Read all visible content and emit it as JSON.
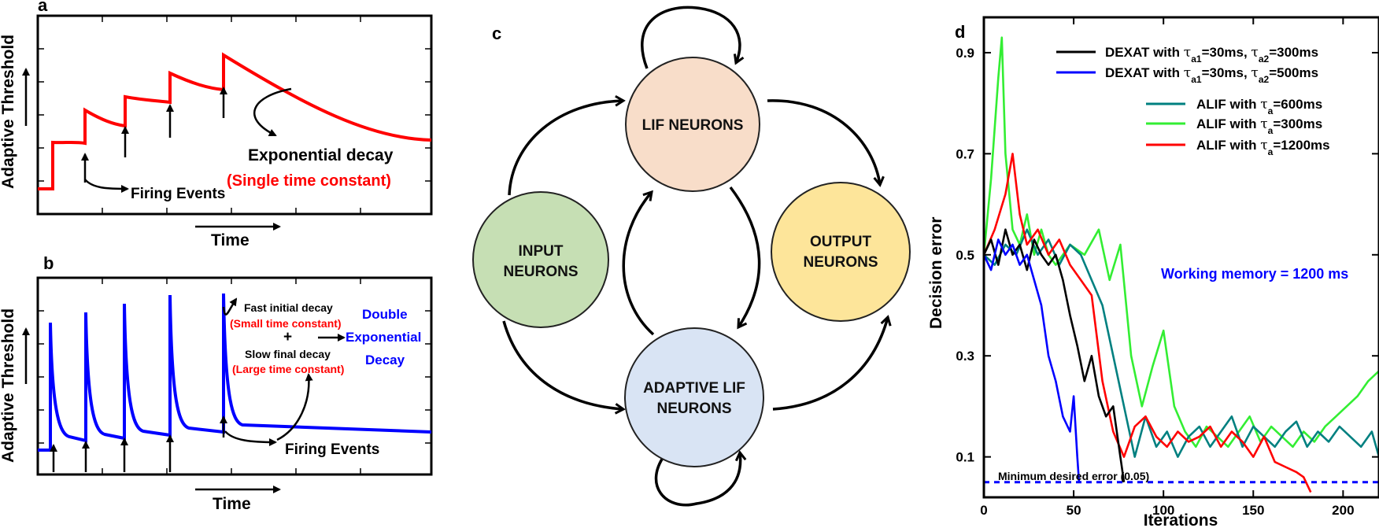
{
  "panels": {
    "a": {
      "label": "a",
      "ylabel": "Adaptive Threshold",
      "xlabel": "Time",
      "annotation_firing": "Firing Events",
      "annotation_decay": "Exponential decay",
      "annotation_constant": "(Single time constant)",
      "line_color": "#ff0000"
    },
    "b": {
      "label": "b",
      "ylabel": "Adaptive Threshold",
      "xlabel": "Time",
      "annotation_fast": "Fast initial decay",
      "annotation_small": "(Small time constant)",
      "annotation_plus": "+",
      "annotation_slow": "Slow final decay",
      "annotation_large": "(Large time constant)",
      "annotation_double": "Double",
      "annotation_exponential": "Exponential",
      "annotation_decay": "Decay",
      "annotation_firing": "Firing Events",
      "line_color": "#0000ff"
    },
    "c": {
      "label": "c",
      "nodes": {
        "lif": {
          "line1": "LIF NEURONS",
          "color": "#f8ddc9"
        },
        "input": {
          "line1": "INPUT",
          "line2": "NEURONS",
          "color": "#c6dfb4"
        },
        "output": {
          "line1": "OUTPUT",
          "line2": "NEURONS",
          "color": "#fde59a"
        },
        "adaptive": {
          "line1": "ADAPTIVE LIF",
          "line2": "NEURONS",
          "color": "#d9e4f4"
        }
      }
    },
    "d": {
      "label": "d",
      "memory_label": "Working memory = 1200 ms",
      "min_error_label": "Minimum desired error (0.05)"
    }
  },
  "chart_data": {
    "type": "line",
    "xlabel": "Iterations",
    "ylabel": "Decision error",
    "xlim": [
      0,
      220
    ],
    "ylim": [
      0.02,
      0.97
    ],
    "xticks": [
      0,
      50,
      100,
      150,
      200
    ],
    "yticks": [
      0.1,
      0.3,
      0.5,
      0.7,
      0.9
    ],
    "xtick_labels": [
      "0",
      "50",
      "100",
      "150",
      "200"
    ],
    "ytick_labels": [
      "0.1",
      "0.3",
      "0.5",
      "0.7",
      "0.9"
    ],
    "legend_position": "top-right",
    "reference_line": {
      "y": 0.05,
      "color": "#0000ff",
      "style": "dashed"
    },
    "series": [
      {
        "legend": {
          "prefix": "DEXAT with ",
          "tau1": "a1",
          "mid": "=30ms, ",
          "tau2": "a2",
          "suffix": "=300ms"
        },
        "color": "#000000",
        "x": [
          0,
          4,
          8,
          12,
          16,
          20,
          24,
          28,
          32,
          36,
          40,
          44,
          48,
          52,
          56,
          60,
          64,
          68,
          72,
          76,
          78
        ],
        "y": [
          0.5,
          0.53,
          0.48,
          0.55,
          0.5,
          0.52,
          0.47,
          0.53,
          0.5,
          0.48,
          0.5,
          0.45,
          0.38,
          0.32,
          0.25,
          0.3,
          0.22,
          0.18,
          0.2,
          0.1,
          0.05
        ]
      },
      {
        "legend": {
          "prefix": "DEXAT with ",
          "tau1": "a1",
          "mid": "=30ms, ",
          "tau2": "a2",
          "suffix": "=500ms"
        },
        "color": "#0000ff",
        "x": [
          0,
          4,
          8,
          12,
          16,
          20,
          24,
          28,
          32,
          36,
          40,
          44,
          48,
          50,
          52,
          53
        ],
        "y": [
          0.5,
          0.47,
          0.53,
          0.5,
          0.52,
          0.48,
          0.5,
          0.45,
          0.4,
          0.3,
          0.25,
          0.18,
          0.15,
          0.22,
          0.1,
          0.05
        ]
      },
      {
        "legend": {
          "prefix": "ALIF with ",
          "tau1": "a",
          "suffix": "=600ms"
        },
        "color": "#008080",
        "x": [
          0,
          6,
          12,
          18,
          24,
          30,
          36,
          42,
          48,
          54,
          60,
          66,
          72,
          78,
          84,
          90,
          96,
          102,
          108,
          114,
          120,
          126,
          132,
          138,
          144,
          150,
          156,
          162,
          168,
          174,
          180,
          186,
          192,
          198,
          204,
          210,
          216,
          220
        ],
        "y": [
          0.5,
          0.48,
          0.52,
          0.5,
          0.55,
          0.5,
          0.53,
          0.48,
          0.52,
          0.5,
          0.45,
          0.4,
          0.3,
          0.2,
          0.1,
          0.18,
          0.12,
          0.15,
          0.1,
          0.14,
          0.16,
          0.12,
          0.15,
          0.18,
          0.12,
          0.16,
          0.14,
          0.12,
          0.15,
          0.17,
          0.12,
          0.15,
          0.13,
          0.16,
          0.14,
          0.12,
          0.15,
          0.1
        ]
      },
      {
        "legend": {
          "prefix": "ALIF with ",
          "tau1": "a",
          "suffix": "=300ms"
        },
        "color": "#33ee33",
        "x": [
          0,
          4,
          8,
          10,
          12,
          16,
          20,
          24,
          28,
          32,
          36,
          40,
          48,
          56,
          64,
          70,
          76,
          82,
          88,
          94,
          100,
          106,
          112,
          118,
          124,
          130,
          136,
          142,
          148,
          154,
          160,
          166,
          172,
          178,
          184,
          190,
          196,
          202,
          208,
          214,
          220
        ],
        "y": [
          0.5,
          0.65,
          0.85,
          0.93,
          0.7,
          0.55,
          0.52,
          0.58,
          0.5,
          0.55,
          0.5,
          0.48,
          0.52,
          0.5,
          0.55,
          0.45,
          0.52,
          0.3,
          0.2,
          0.28,
          0.35,
          0.2,
          0.15,
          0.12,
          0.16,
          0.14,
          0.12,
          0.15,
          0.18,
          0.13,
          0.16,
          0.14,
          0.12,
          0.15,
          0.13,
          0.16,
          0.18,
          0.2,
          0.22,
          0.25,
          0.27
        ]
      },
      {
        "legend": {
          "prefix": "ALIF with ",
          "tau1": "a",
          "suffix": "=1200ms"
        },
        "color": "#ff0000",
        "x": [
          0,
          6,
          12,
          16,
          20,
          24,
          30,
          36,
          42,
          48,
          54,
          60,
          66,
          72,
          78,
          84,
          90,
          96,
          102,
          108,
          114,
          120,
          126,
          132,
          138,
          144,
          150,
          156,
          162,
          168,
          174,
          178,
          182
        ],
        "y": [
          0.5,
          0.55,
          0.62,
          0.7,
          0.58,
          0.52,
          0.55,
          0.5,
          0.53,
          0.48,
          0.45,
          0.42,
          0.25,
          0.15,
          0.1,
          0.16,
          0.18,
          0.14,
          0.12,
          0.15,
          0.13,
          0.14,
          0.16,
          0.12,
          0.15,
          0.13,
          0.1,
          0.14,
          0.09,
          0.08,
          0.07,
          0.06,
          0.03
        ]
      }
    ]
  }
}
